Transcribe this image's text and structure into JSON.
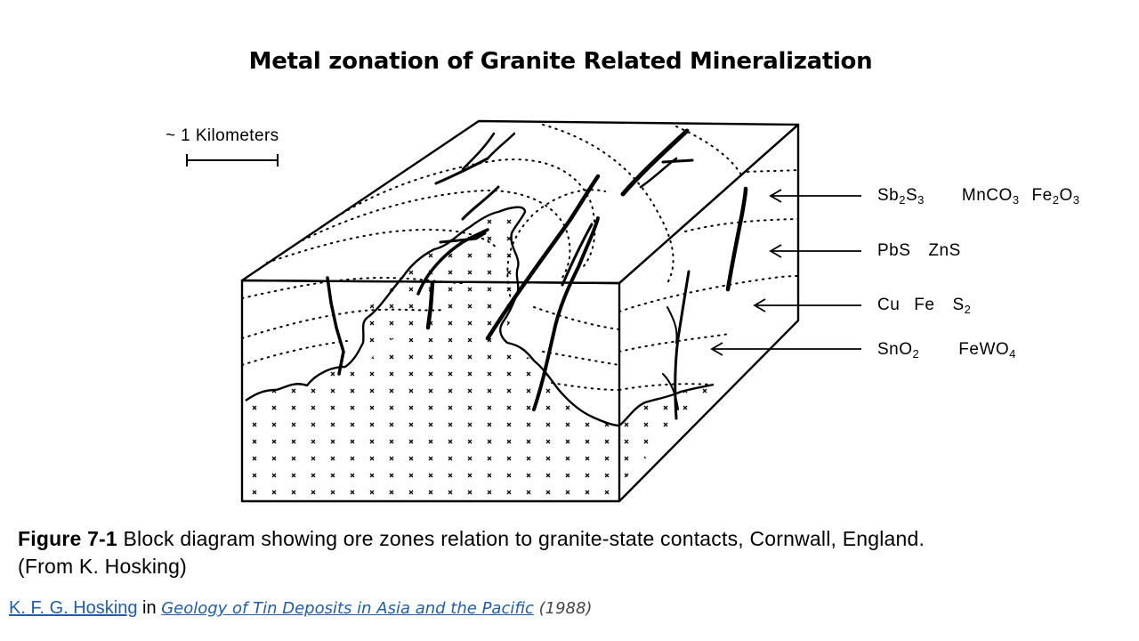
{
  "title": "Metal zonation of Granite Related Mineralization",
  "scale_bar": {
    "label": "~ 1 Kilometers"
  },
  "zones": [
    {
      "id": "antimony-manganese-iron",
      "parts": [
        {
          "formula": [
            "Sb",
            "2",
            "S",
            "3"
          ]
        },
        {
          "formula": [
            "MnCO",
            "3"
          ]
        },
        {
          "formula": [
            "Fe",
            "2",
            "O",
            "3"
          ]
        }
      ]
    },
    {
      "id": "lead-zinc",
      "parts": [
        {
          "formula": [
            "PbS"
          ]
        },
        {
          "formula": [
            "ZnS"
          ]
        }
      ]
    },
    {
      "id": "copper-iron",
      "parts": [
        {
          "formula": [
            "Cu"
          ]
        },
        {
          "formula": [
            "Fe"
          ]
        },
        {
          "formula": [
            "S",
            "2"
          ]
        }
      ]
    },
    {
      "id": "tin-tungsten",
      "parts": [
        {
          "formula": [
            "SnO",
            "2"
          ]
        },
        {
          "formula": [
            "FeWO",
            "4"
          ]
        }
      ]
    }
  ],
  "caption": {
    "figure_label": "Figure 7-1",
    "text": " Block diagram showing ore zones relation to granite-state contacts, Cornwall, England.",
    "source": "(From K. Hosking)"
  },
  "citation": {
    "author": "K. F. G. Hosking",
    "connector": " in ",
    "book": "Geology of Tin Deposits in Asia and the Pacific",
    "year": " (1988)"
  },
  "colors": {
    "link": "#1f5bb0",
    "ink": "#000000"
  }
}
